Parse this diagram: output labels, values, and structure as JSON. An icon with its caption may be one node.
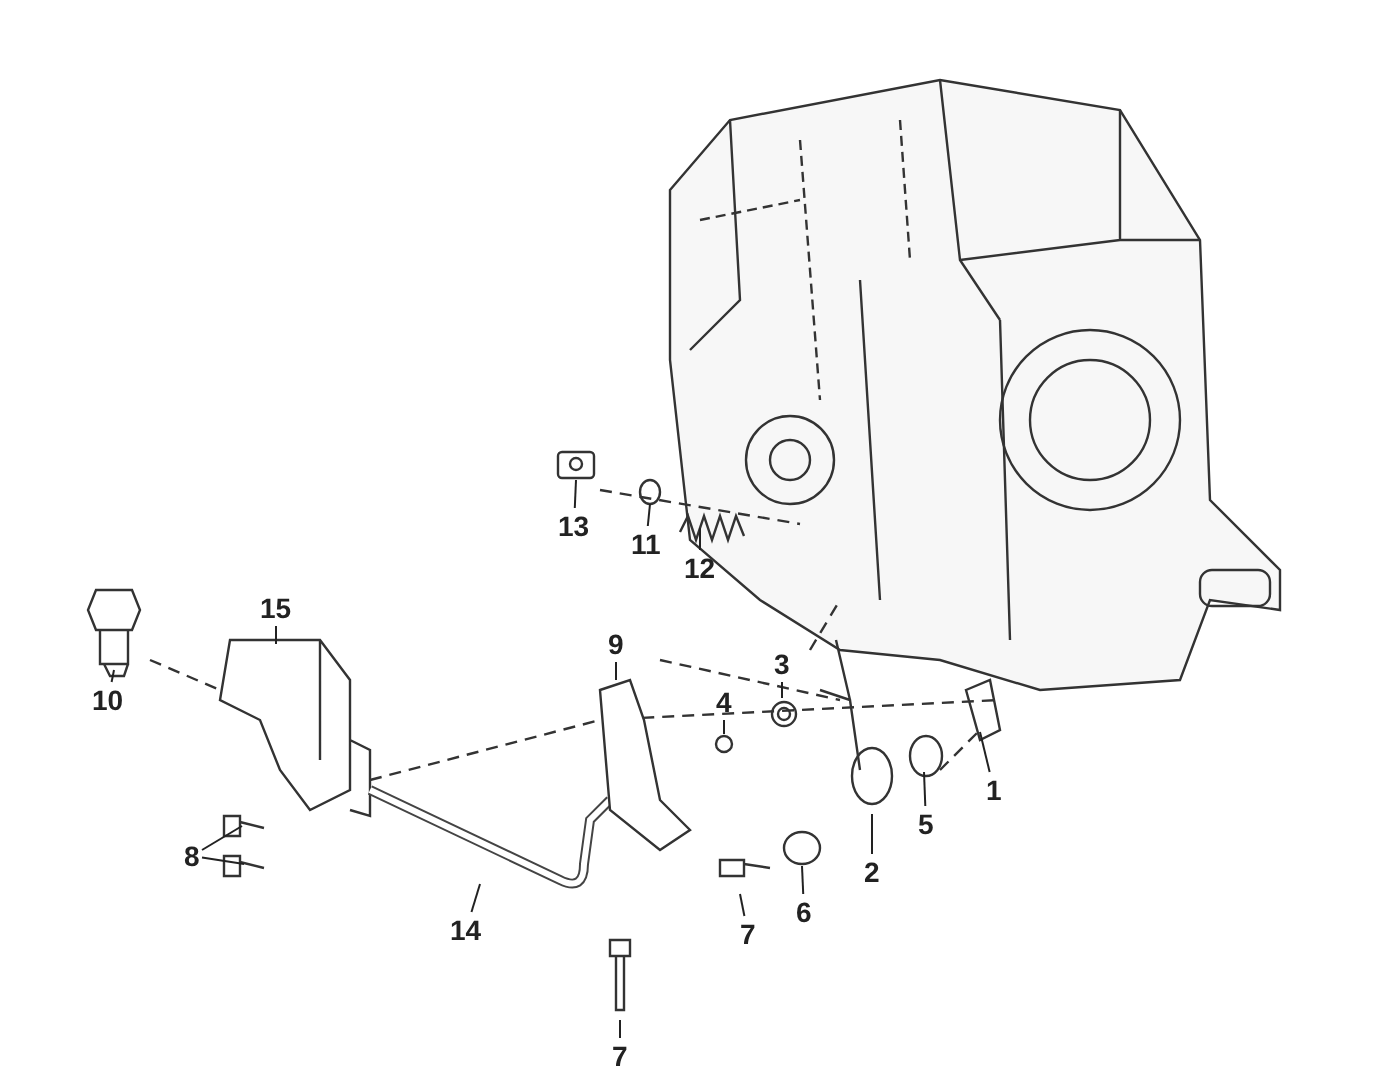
{
  "diagram": {
    "nodes": [
      {
        "text": [
          "13"
        ]
      },
      {
        "text": [
          "11"
        ]
      },
      {
        "text": [
          "12"
        ]
      },
      {
        "text": [
          "15"
        ]
      },
      {
        "text": [
          "9"
        ]
      },
      {
        "text": [
          "3"
        ]
      },
      {
        "text": [
          "10"
        ]
      },
      {
        "text": [
          "4"
        ]
      },
      {
        "text": [
          "1"
        ]
      },
      {
        "text": [
          "5"
        ]
      },
      {
        "text": [
          "8"
        ]
      },
      {
        "text": [
          "2"
        ]
      },
      {
        "text": [
          "6"
        ]
      },
      {
        "text": [
          "14"
        ]
      },
      {
        "text": [
          "7"
        ]
      },
      {
        "text": [
          "7"
        ]
      }
    ],
    "edges": [
      {
        "from": 0,
        "to": null,
        "arrow": "none"
      },
      {
        "from": 1,
        "to": null,
        "arrow": "none"
      },
      {
        "from": 2,
        "to": null,
        "arrow": "none"
      },
      {
        "from": 3,
        "to": null,
        "arrow": "none"
      },
      {
        "from": 4,
        "to": null,
        "arrow": "none"
      },
      {
        "from": 5,
        "to": null,
        "arrow": "none"
      },
      {
        "from": 6,
        "to": null,
        "arrow": "none"
      },
      {
        "from": 7,
        "to": null,
        "arrow": "none"
      },
      {
        "from": 8,
        "to": null,
        "arrow": "none"
      },
      {
        "from": 9,
        "to": null,
        "arrow": "none"
      },
      {
        "from": 10,
        "to": null,
        "arrow": "none"
      },
      {
        "from": 10,
        "to": null,
        "arrow": "none"
      },
      {
        "from": 11,
        "to": null,
        "arrow": "none"
      },
      {
        "from": 12,
        "to": null,
        "arrow": "none"
      },
      {
        "from": 13,
        "to": null,
        "arrow": "none"
      },
      {
        "from": 14,
        "to": null,
        "arrow": "none"
      },
      {
        "from": 15,
        "to": null,
        "arrow": "none"
      }
    ]
  }
}
